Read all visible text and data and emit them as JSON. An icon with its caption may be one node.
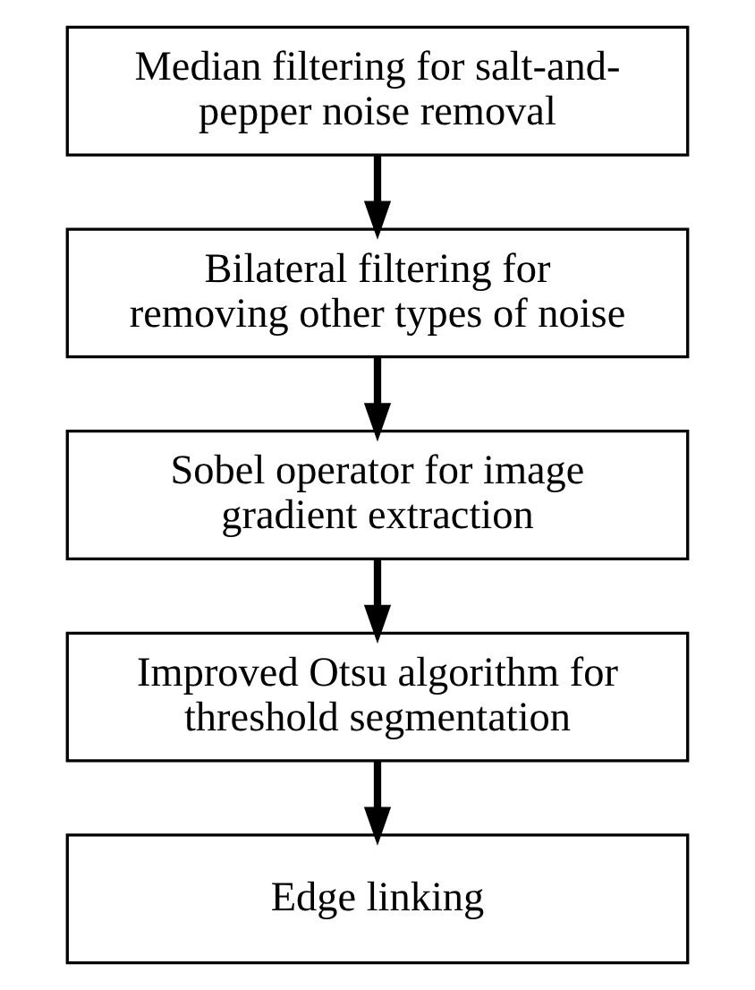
{
  "diagram": {
    "nodes": [
      {
        "text": [
          "Median filtering for salt-and-pepper noise removal"
        ]
      },
      {
        "text": [
          "Bilateral filtering for removing other types of noise"
        ]
      },
      {
        "text": [
          "Sobel operator for image gradient extraction"
        ]
      },
      {
        "text": [
          "Improved Otsu algorithm for threshold segmentation"
        ]
      },
      {
        "text": [
          "Edge linking"
        ]
      }
    ],
    "edges": [
      {
        "from": 0,
        "to": 1,
        "arrow": "to"
      },
      {
        "from": 1,
        "to": 2,
        "arrow": "to"
      },
      {
        "from": 2,
        "to": 3,
        "arrow": "to"
      },
      {
        "from": 3,
        "to": 4,
        "arrow": "to"
      }
    ]
  }
}
